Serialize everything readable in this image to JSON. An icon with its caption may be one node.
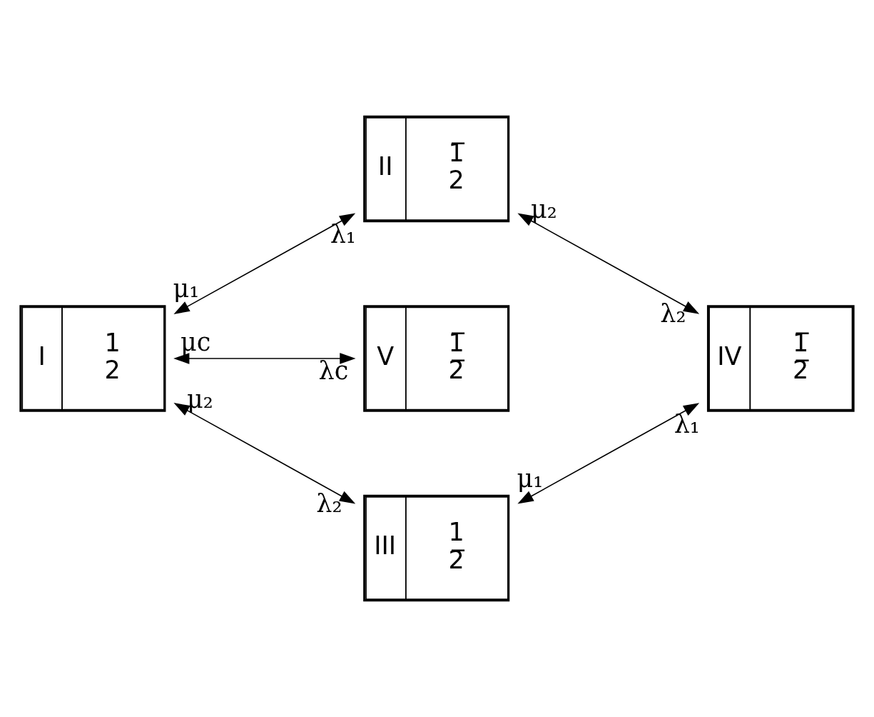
{
  "diagram": {
    "nodes": [
      {
        "text": [
          "I",
          "1 2"
        ]
      },
      {
        "text": [
          "II",
          "1̅ 2"
        ]
      },
      {
        "text": [
          "V",
          "1̅ 2̅"
        ]
      },
      {
        "text": [
          "III",
          "1 2̅"
        ]
      },
      {
        "text": [
          "IV",
          "1̅ 2̅"
        ]
      }
    ],
    "edges": [
      {
        "from": 0,
        "to": 1,
        "arrow": "both"
      },
      {
        "from": 1,
        "to": 4,
        "arrow": "both"
      },
      {
        "from": 0,
        "to": 2,
        "arrow": "both"
      },
      {
        "from": 0,
        "to": 3,
        "arrow": "both"
      },
      {
        "from": 3,
        "to": 4,
        "arrow": "both"
      }
    ],
    "labels": [
      "λ₁",
      "μ₂",
      "μ₁",
      "λ₂",
      "μc",
      "λc",
      "μ₂",
      "λ₁",
      "λ₂",
      "μ₁"
    ]
  }
}
